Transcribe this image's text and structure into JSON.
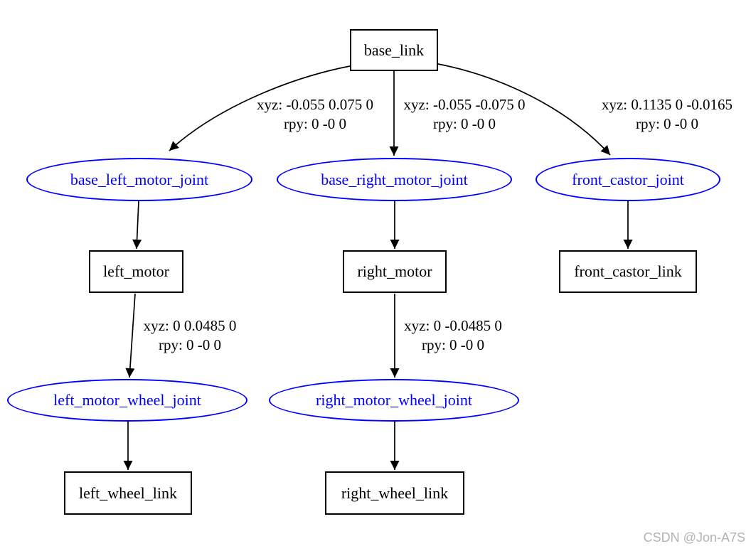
{
  "diagram": {
    "type": "urdf-link-joint-tree",
    "colors": {
      "joint_outline": "#0000ff",
      "joint_text": "#0000ff",
      "link_outline": "#000000",
      "link_text": "#000000",
      "edge_stroke": "#000000",
      "background": "#ffffff",
      "watermark": "#b3b3b3"
    },
    "nodes": {
      "base_link": {
        "label": "base_link",
        "shape": "box",
        "kind": "link"
      },
      "base_left_motor_joint": {
        "label": "base_left_motor_joint",
        "shape": "ellipse",
        "kind": "joint"
      },
      "base_right_motor_joint": {
        "label": "base_right_motor_joint",
        "shape": "ellipse",
        "kind": "joint"
      },
      "front_castor_joint": {
        "label": "front_castor_joint",
        "shape": "ellipse",
        "kind": "joint"
      },
      "left_motor": {
        "label": "left_motor",
        "shape": "box",
        "kind": "link"
      },
      "right_motor": {
        "label": "right_motor",
        "shape": "box",
        "kind": "link"
      },
      "front_castor_link": {
        "label": "front_castor_link",
        "shape": "box",
        "kind": "link"
      },
      "left_motor_wheel_joint": {
        "label": "left_motor_wheel_joint",
        "shape": "ellipse",
        "kind": "joint"
      },
      "right_motor_wheel_joint": {
        "label": "right_motor_wheel_joint",
        "shape": "ellipse",
        "kind": "joint"
      },
      "left_wheel_link": {
        "label": "left_wheel_link",
        "shape": "box",
        "kind": "link"
      },
      "right_wheel_link": {
        "label": "right_wheel_link",
        "shape": "box",
        "kind": "link"
      }
    },
    "edges": [
      {
        "from": "base_link",
        "to": "base_left_motor_joint",
        "xyz": "xyz: -0.055 0.075 0",
        "rpy": "rpy: 0 -0 0"
      },
      {
        "from": "base_link",
        "to": "base_right_motor_joint",
        "xyz": "xyz: -0.055 -0.075 0",
        "rpy": "rpy: 0 -0 0"
      },
      {
        "from": "base_link",
        "to": "front_castor_joint",
        "xyz": "xyz: 0.1135 0 -0.0165",
        "rpy": "rpy: 0 -0 0"
      },
      {
        "from": "left_motor",
        "to": "left_motor_wheel_joint",
        "xyz": "xyz: 0 0.0485 0",
        "rpy": "rpy: 0 -0 0"
      },
      {
        "from": "right_motor",
        "to": "right_motor_wheel_joint",
        "xyz": "xyz: 0 -0.0485 0",
        "rpy": "rpy: 0 -0 0"
      },
      {
        "from": "base_left_motor_joint",
        "to": "left_motor"
      },
      {
        "from": "base_right_motor_joint",
        "to": "right_motor"
      },
      {
        "from": "front_castor_joint",
        "to": "front_castor_link"
      },
      {
        "from": "left_motor_wheel_joint",
        "to": "left_wheel_link"
      },
      {
        "from": "right_motor_wheel_joint",
        "to": "right_wheel_link"
      }
    ],
    "watermark": "CSDN @Jon-A7S"
  }
}
